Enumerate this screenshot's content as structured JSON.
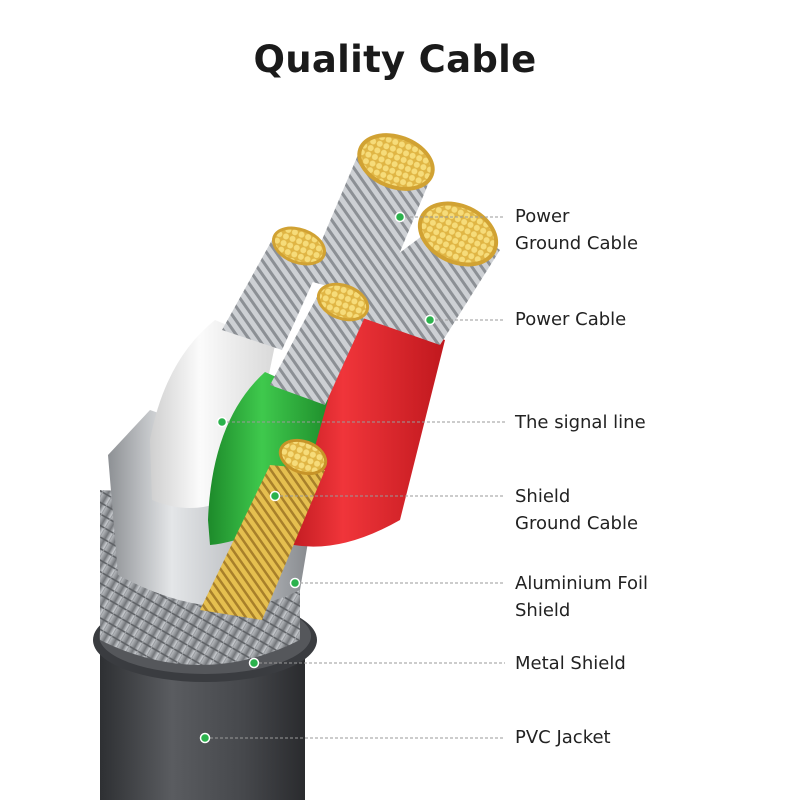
{
  "title": "Quality Cable",
  "labels": [
    {
      "id": "power-ground",
      "lines": [
        "Power",
        "Ground Cable"
      ]
    },
    {
      "id": "power",
      "lines": [
        "Power Cable"
      ]
    },
    {
      "id": "signal",
      "lines": [
        "The signal line"
      ]
    },
    {
      "id": "shield-ground",
      "lines": [
        "Shield",
        "Ground Cable"
      ]
    },
    {
      "id": "foil",
      "lines": [
        "Aluminium Foil",
        "Shield"
      ]
    },
    {
      "id": "metal",
      "lines": [
        "Metal Shield"
      ]
    },
    {
      "id": "pvc",
      "lines": [
        "PVC Jacket"
      ]
    }
  ],
  "colors": {
    "accent": "#2bb24c",
    "red": "#e8262b",
    "green": "#2eae3a",
    "white": "#f2f2f2",
    "gold": "#e6c45a",
    "silver": "#c9ccd0",
    "jacket": "#4a4c50"
  }
}
